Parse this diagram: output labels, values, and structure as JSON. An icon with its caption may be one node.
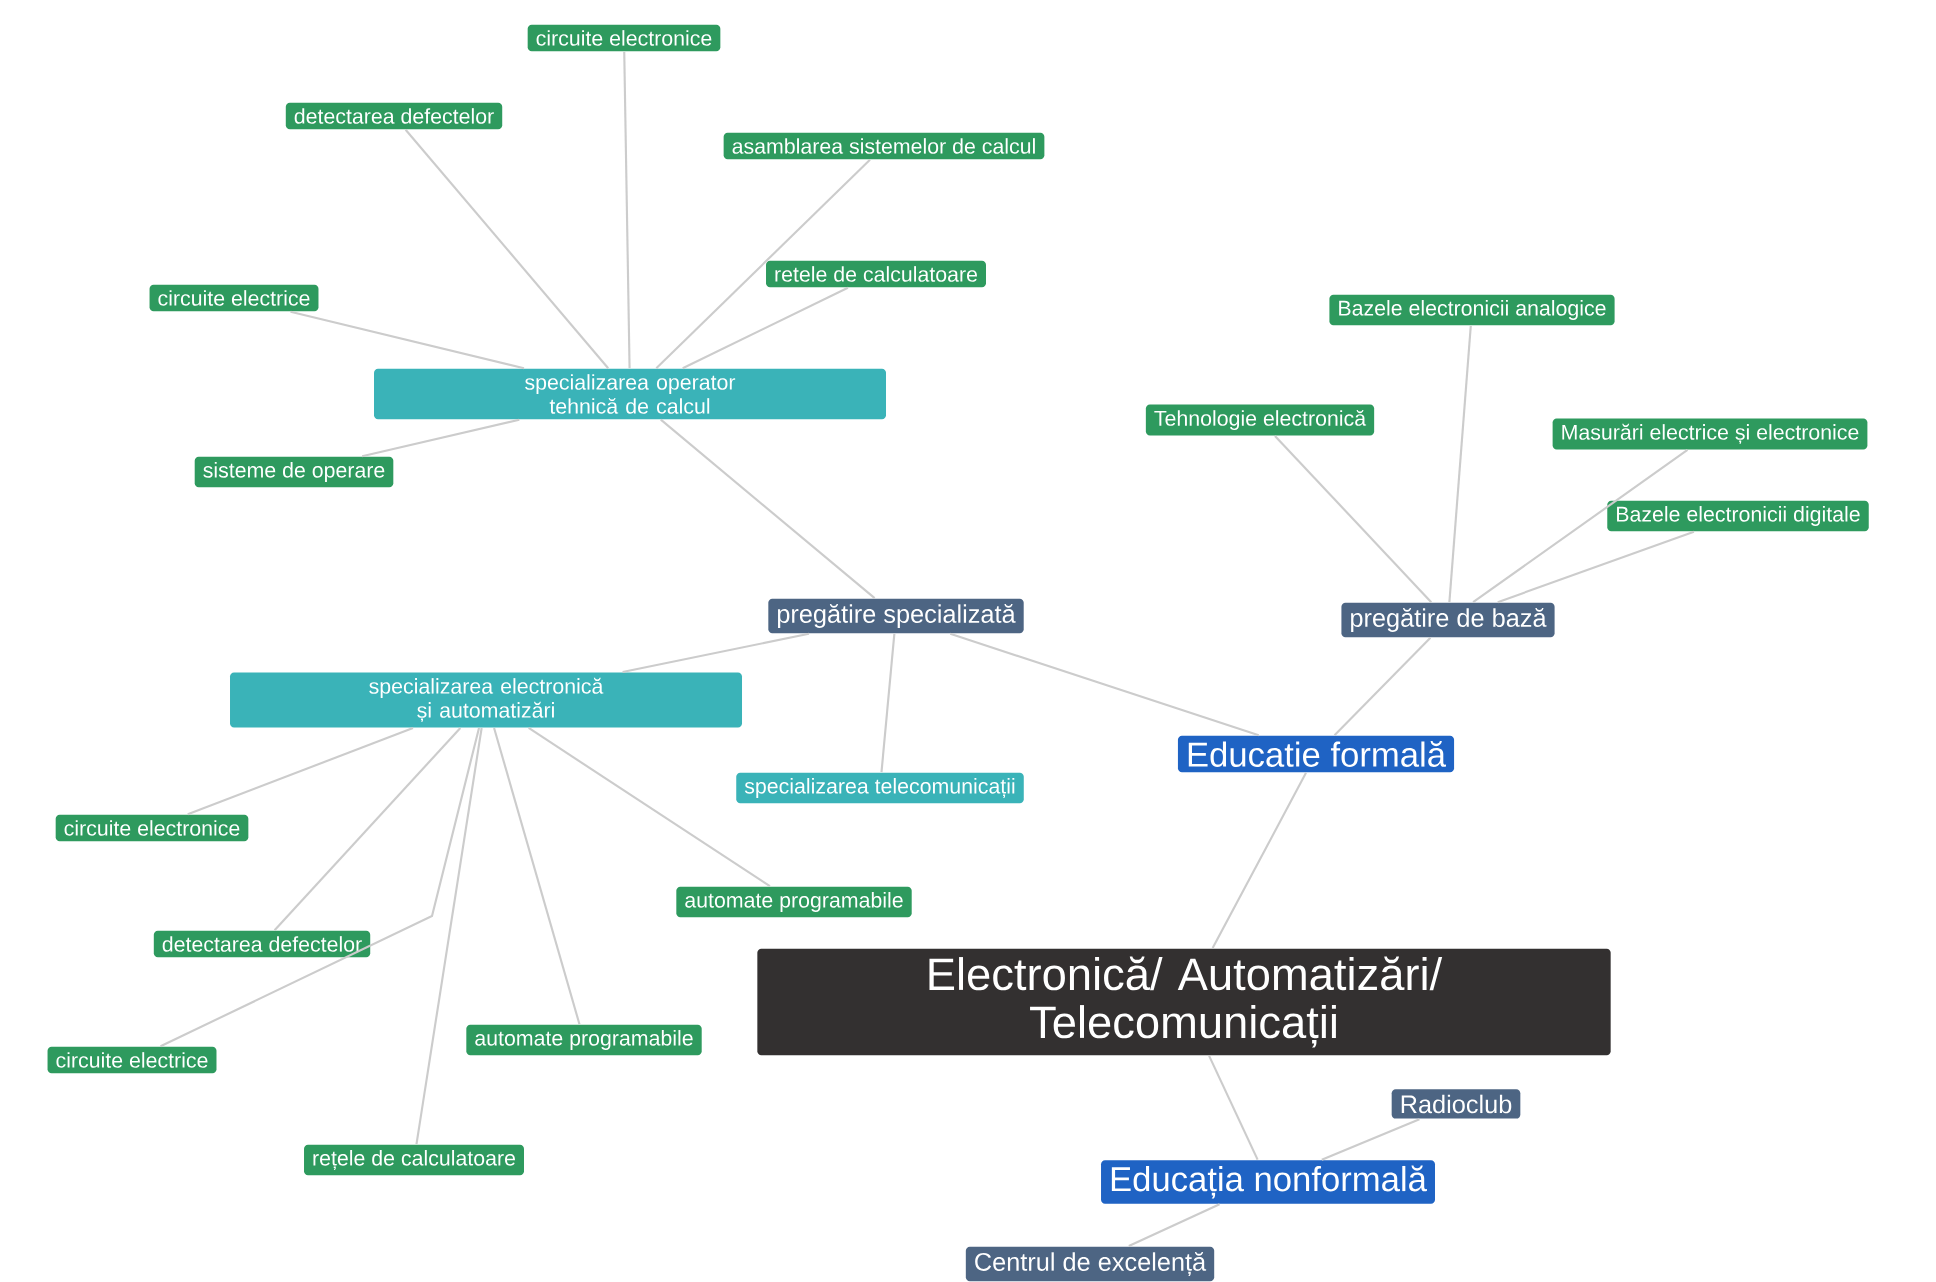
{
  "diagram": {
    "nodes": [
      {
        "text": [
          "circuite electronice"
        ]
      },
      {
        "text": [
          "detectarea defectelor"
        ]
      },
      {
        "text": [
          "asamblarea sistemelor de calcul"
        ]
      },
      {
        "text": [
          "retele de calculatoare"
        ]
      },
      {
        "text": [
          "circuite electrice"
        ]
      },
      {
        "text": [
          "Bazele electronicii analogice"
        ]
      },
      {
        "text": [
          "specializarea operator tehnică de calcul"
        ]
      },
      {
        "text": [
          "Tehnologie electronică"
        ]
      },
      {
        "text": [
          "Masurări electrice și electronice"
        ]
      },
      {
        "text": [
          "sisteme de operare"
        ]
      },
      {
        "text": [
          "Bazele electronicii digitale"
        ]
      },
      {
        "text": [
          "pregătire specializată"
        ]
      },
      {
        "text": [
          "pregătire de bază"
        ]
      },
      {
        "text": [
          "specializarea electronică și automatizări"
        ]
      },
      {
        "text": [
          "specializarea telecomunicații"
        ]
      },
      {
        "text": [
          "Educatie formală"
        ]
      },
      {
        "text": [
          "circuite electronice"
        ]
      },
      {
        "text": [
          "automate programabile"
        ]
      },
      {
        "text": [
          "detectarea defectelor"
        ]
      },
      {
        "text": [
          "Electronică/ Automatizări/ Telecomunicații"
        ]
      },
      {
        "text": [
          "circuite electrice"
        ]
      },
      {
        "text": [
          "automate programabile"
        ]
      },
      {
        "text": [
          "Radioclub"
        ]
      },
      {
        "text": [
          "rețele de calculatoare"
        ]
      },
      {
        "text": [
          "Educația nonformală"
        ]
      },
      {
        "text": [
          "Centrul de excelență"
        ]
      }
    ],
    "edges": [
      {
        "from": 6,
        "to": 0,
        "arrow": "none"
      },
      {
        "from": 6,
        "to": 1,
        "arrow": "none"
      },
      {
        "from": 6,
        "to": 2,
        "arrow": "none"
      },
      {
        "from": 6,
        "to": 3,
        "arrow": "none"
      },
      {
        "from": 6,
        "to": 4,
        "arrow": "none"
      },
      {
        "from": 6,
        "to": 9,
        "arrow": "none"
      },
      {
        "from": 11,
        "to": 6,
        "arrow": "none"
      },
      {
        "from": 12,
        "to": 5,
        "arrow": "none"
      },
      {
        "from": 12,
        "to": 7,
        "arrow": "none"
      },
      {
        "from": 12,
        "to": 8,
        "arrow": "none"
      },
      {
        "from": 12,
        "to": 10,
        "arrow": "none"
      },
      {
        "from": 15,
        "to": 11,
        "arrow": "none"
      },
      {
        "from": 15,
        "to": 12,
        "arrow": "none"
      },
      {
        "from": 11,
        "to": 13,
        "arrow": "none"
      },
      {
        "from": 11,
        "to": 14,
        "arrow": "none"
      },
      {
        "from": 13,
        "to": 16,
        "arrow": "none"
      },
      {
        "from": 13,
        "to": 17,
        "arrow": "none"
      },
      {
        "from": 13,
        "to": 18,
        "arrow": "none"
      },
      {
        "from": 13,
        "to": 20,
        "arrow": "none"
      },
      {
        "from": 13,
        "to": 21,
        "arrow": "none"
      },
      {
        "from": 13,
        "to": 23,
        "arrow": "none"
      },
      {
        "from": 19,
        "to": 15,
        "arrow": "none"
      },
      {
        "from": 19,
        "to": 24,
        "arrow": "none"
      },
      {
        "from": 24,
        "to": 22,
        "arrow": "none"
      },
      {
        "from": 24,
        "to": 25,
        "arrow": "none"
      }
    ]
  }
}
